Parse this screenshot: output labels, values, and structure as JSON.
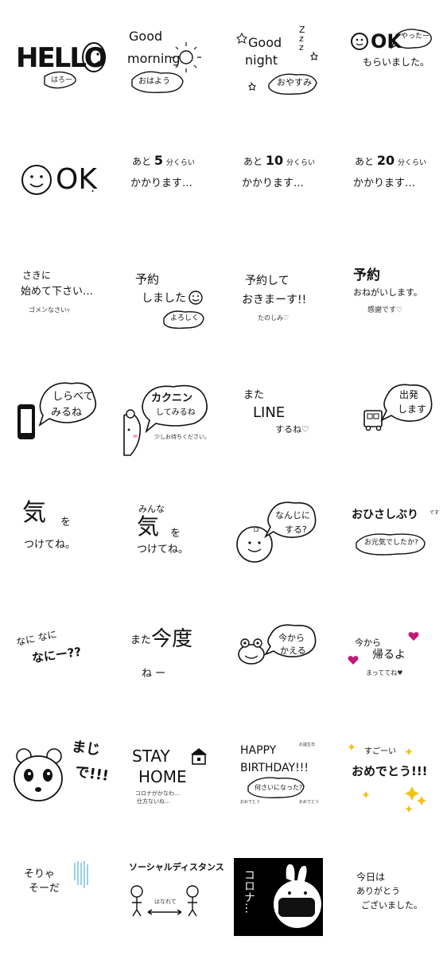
{
  "stickers": {
    "s1": {
      "main": "HELLO",
      "sub": "はろー"
    },
    "s2": {
      "line1": "Good",
      "line2": "morning",
      "bubble": "おはよう"
    },
    "s3": {
      "line1": "Good",
      "line2": "night",
      "bubble": "おやすみ",
      "zzz": "Z z z"
    },
    "s4": {
      "main": "OK",
      "bubble": "やったー",
      "sub": "もらいました。"
    },
    "s5": {
      "main": "OK",
      "dot": "."
    },
    "s6": {
      "line1a": "あと",
      "num": "5",
      "line1b": "分くらい",
      "line2": "かかります…"
    },
    "s7": {
      "line1a": "あと",
      "num": "10",
      "line1b": "分くらい",
      "line2": "かかります…"
    },
    "s8": {
      "line1a": "あと",
      "num": "20",
      "line1b": "分くらい",
      "line2": "かかります…"
    },
    "s9": {
      "line1": "さきに",
      "line2": "始めて下さい…",
      "sub": "ゴメンなさいｯ"
    },
    "s10": {
      "line1": "予約",
      "line2": "しました",
      "bubble": "よろしく"
    },
    "s11": {
      "line1": "予約して",
      "line2": "おきまーす!!",
      "sub": "たのしみ♡"
    },
    "s12": {
      "line1": "予約",
      "line2": "おねがいします。",
      "sub": "感謝です♡"
    },
    "s13": {
      "bubble1": "しらべて",
      "bubble2": "みるね"
    },
    "s14": {
      "bubble1": "カクニン",
      "bubble2": "してみるね",
      "sub": "少しお待ちください。"
    },
    "s15": {
      "line1": "また",
      "line2": "LINE",
      "line3": "するね♡"
    },
    "s16": {
      "bubble1": "出発",
      "bubble2": "します"
    },
    "s17": {
      "big": "気",
      "small": "を",
      "line2": "つけてね。"
    },
    "s18": {
      "top": "みんな",
      "big": "気",
      "small": "を",
      "line2": "つけてね。"
    },
    "s19": {
      "bubble1": "なんじに",
      "bubble2": "する?"
    },
    "s20": {
      "main": "おひさしぶり",
      "tiny": "です",
      "bubble": "お元気でしたか?"
    },
    "s21": {
      "line1": "なに なに",
      "line2": "なにー??"
    },
    "s22": {
      "line1": "また",
      "big": "今度",
      "line2": "ね ー"
    },
    "s23": {
      "bubble1": "今から",
      "bubble2": "かえる"
    },
    "s24": {
      "line1": "今から",
      "line2": "帰るよ",
      "sub": "まっててね♥"
    },
    "s25": {
      "line1": "まじ",
      "line2": "で!!!"
    },
    "s26": {
      "line1": "STAY",
      "line2": "HOME",
      "sub1": "コロナがかなわ…",
      "sub2": "仕方ないね…"
    },
    "s27": {
      "line1": "HAPPY",
      "line2": "BIRTHDAY!!!",
      "bubble": "何さいになった?",
      "tiny1": "お誕生日",
      "tiny2": "おめでとう",
      "tiny3": "おめでとう"
    },
    "s28": {
      "line1": "すごーい",
      "line2": "おめでとう!!!"
    },
    "s29": {
      "line1": "そりゃ",
      "line2": "そーだ"
    },
    "s30": {
      "title": "ソーシャルディスタンス",
      "sub": "はなれて"
    },
    "s31": {
      "main": "コロナ…"
    },
    "s32": {
      "line1": "今日は",
      "line2": "ありがとう",
      "line3": "ございました。"
    }
  },
  "colors": {
    "ink": "#111111",
    "pink": "#f5a3b8",
    "magenta": "#c2187a",
    "gold": "#f2c21b",
    "blue": "#7fc6e8",
    "black": "#000000",
    "white": "#ffffff"
  }
}
